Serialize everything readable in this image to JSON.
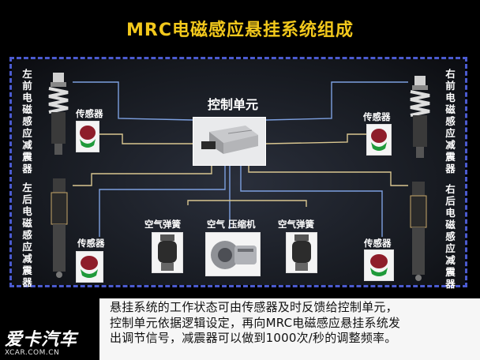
{
  "title": "MRC电磁感应悬挂系统组成",
  "labels": {
    "front_left_damper": "左前电磁感应减震器",
    "front_right_damper": "右前电磁感应减震器",
    "rear_left_damper": "左后电磁感应减震器",
    "rear_right_damper": "右后电磁感应减震器",
    "sensor_front_left": "传感器",
    "sensor_front_right": "传感器",
    "sensor_rear_left": "传感器",
    "sensor_rear_right": "传感器",
    "control_unit": "控制单元",
    "air_spring_left": "空气弹簧",
    "air_spring_right": "空气弹簧",
    "compressor": "空气 压缩机"
  },
  "description": {
    "lines": [
      "悬挂系统的工作状态可由传感器及时反馈给控制单元，",
      "控制单元依据逻辑设定，再向MRC电磁感应悬挂系统发",
      "出调节信号，减震器可以做到1000次/秒的调整频率。"
    ]
  },
  "watermark": {
    "main": "爱卡汽车",
    "sub": "XCAR.COM.CN"
  },
  "colors": {
    "title": "#f2c81c",
    "frame": "#4b5bd0",
    "wire_blue": "#7da0e0",
    "wire_tan": "#d9c690"
  }
}
